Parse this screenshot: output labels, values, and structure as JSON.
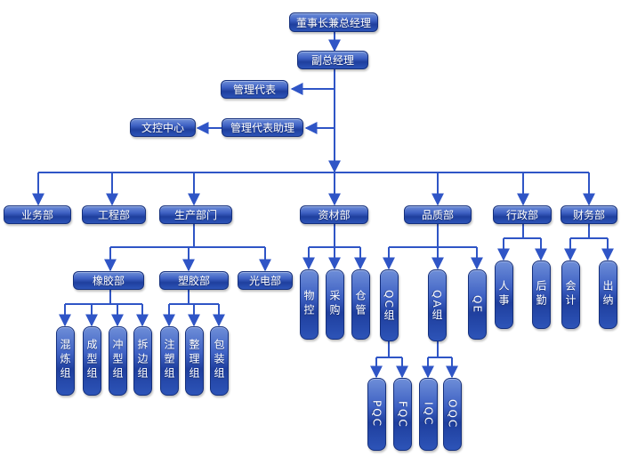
{
  "colors": {
    "line": "#2f55c6",
    "node": "#2a4bb3"
  },
  "nodes": {
    "chairman": "董事长兼总经理",
    "vice_gm": "副总经理",
    "mgmt_rep": "管理代表",
    "mgmt_rep_assistant": "管理代表助理",
    "doc_control": "文控中心",
    "business": "业务部",
    "engineering": "工程部",
    "production": "生产部门",
    "materials": "资材部",
    "quality": "品质部",
    "admin": "行政部",
    "finance": "财务部",
    "rubber": "橡胶部",
    "plastic": "塑胶部",
    "optoelectronic": "光电部",
    "mixing": "混炼组",
    "molding": "成型组",
    "punching": "冲型组",
    "trimming": "拆边组",
    "injection": "注塑组",
    "finishing": "整理组",
    "packing": "包装组",
    "material_control": "物控",
    "purchasing": "采购",
    "warehouse": "仓管",
    "qc_group": "QC组",
    "qa_group": "QA组",
    "qe": "QE",
    "personnel": "人事",
    "logistics": "后勤",
    "accounting": "会计",
    "cashier": "出纳",
    "pqc": "PQC",
    "fqc": "FQC",
    "iqc": "IQC",
    "oqc": "OQC"
  }
}
